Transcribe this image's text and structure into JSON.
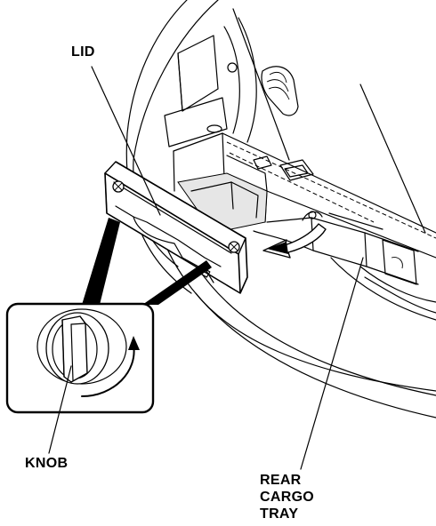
{
  "labels": {
    "lid": "LID",
    "knob": "KNOB",
    "tray_line1": "REAR",
    "tray_line2": "CARGO",
    "tray_line3": "TRAY"
  },
  "colors": {
    "ink": "#000000",
    "background": "#ffffff",
    "shade_dark": "#bfbfbf",
    "shade_light": "#d9d9d9"
  }
}
